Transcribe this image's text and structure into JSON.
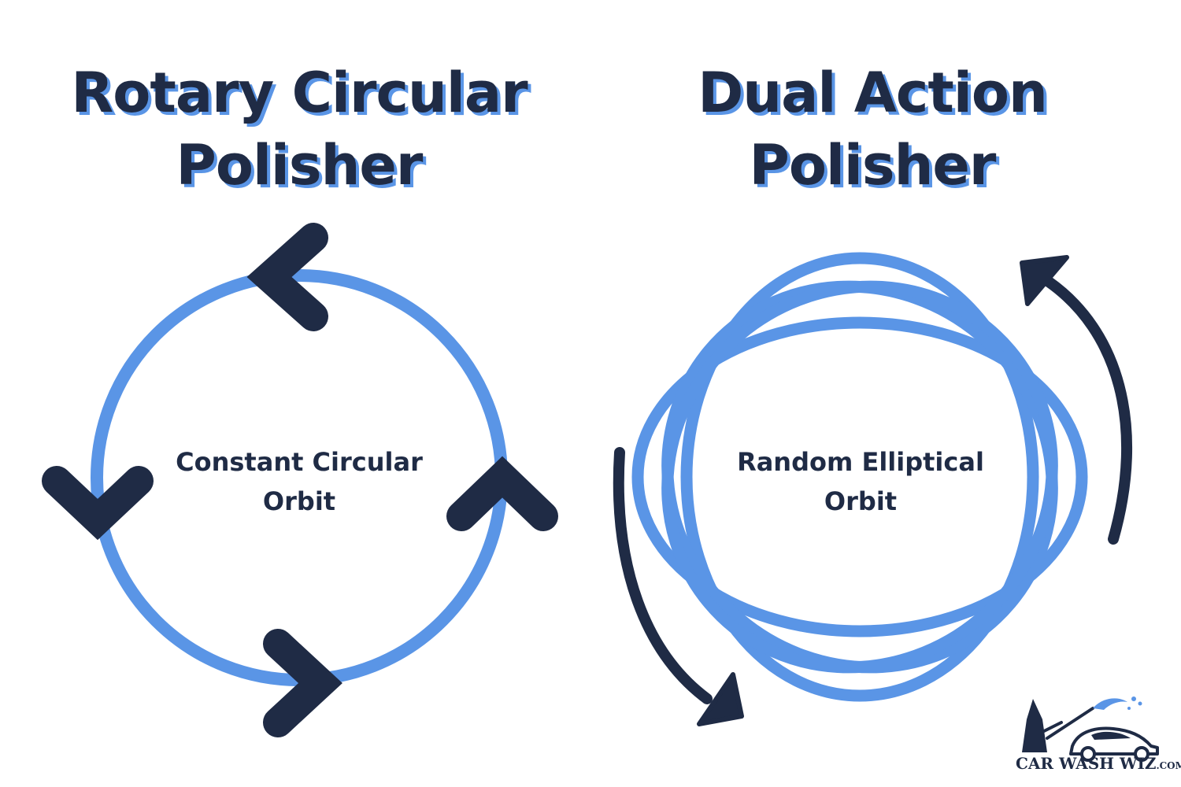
{
  "left_panel": {
    "title_line1": "Rotary Circular",
    "title_line2": "Polisher",
    "caption_line1": "Constant Circular",
    "caption_line2": "Orbit"
  },
  "right_panel": {
    "title_line1": "Dual Action",
    "title_line2": "Polisher",
    "caption_line1": "Random Elliptical",
    "caption_line2": "Orbit"
  },
  "logo": {
    "name": "CAR WASH WIZ",
    "tld": ".COM"
  },
  "colors": {
    "navy": "#1f2b45",
    "blue": "#5a95e6",
    "background": "#ffffff"
  },
  "icons": [
    "chevron-icon",
    "curved-arrow-icon",
    "car-wash-wiz-logo-icon"
  ]
}
